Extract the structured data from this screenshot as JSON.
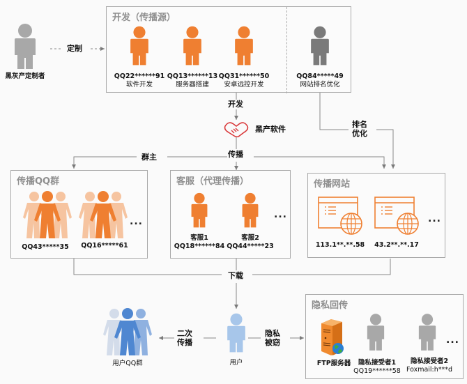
{
  "colors": {
    "orange": "#ef7f31",
    "orange_light": "#f6c4a0",
    "gray_person": "#a8a8a8",
    "dark_gray_person": "#7a7a7a",
    "user_blue": "#a7c6ea",
    "group_blue_dark": "#4f87d1",
    "group_blue_mid": "#8fb1e0",
    "group_blue_light": "#d3dcea",
    "box_title": "#8f8f8f",
    "handshake_red": "#d9383a"
  },
  "customizer": {
    "label": "黑灰产定制者"
  },
  "flows": {
    "customize": "定制",
    "develop": "开发",
    "black_software": "黑产软件",
    "spread": "传播",
    "group_owner": "群主",
    "rank_optimize": "排名\n优化",
    "download": "下载",
    "secondary_spread": "二次\n传播",
    "privacy_stolen": "隐私\n被窃"
  },
  "dev_box": {
    "title": "开发（传播源）",
    "members": [
      {
        "id": "QQ22******91",
        "role": "软件开发"
      },
      {
        "id": "QQ13******13",
        "role": "服务器搭建"
      },
      {
        "id": "QQ31******50",
        "role": "安卓远控开发"
      },
      {
        "id": "QQ84*****49",
        "role": "网站排名优化"
      }
    ]
  },
  "qq_group_box": {
    "title": "传播QQ群",
    "groups": [
      {
        "id": "QQ43*****35"
      },
      {
        "id": "QQ16*****61"
      }
    ],
    "more": "..."
  },
  "service_box": {
    "title": "客服（代理传播）",
    "agents": [
      {
        "name": "客服1",
        "id": "QQ18******84"
      },
      {
        "name": "客服2",
        "id": "QQ44*****23"
      }
    ],
    "more": "..."
  },
  "website_box": {
    "title": "传播网站",
    "sites": [
      {
        "ip": "113.1**.**.58"
      },
      {
        "ip": "43.2**.**.17"
      }
    ],
    "more": "..."
  },
  "user": {
    "label": "用户"
  },
  "user_group": {
    "label": "用户QQ群"
  },
  "privacy_box": {
    "title": "隐私回传",
    "ftp": {
      "label": "FTP服务器"
    },
    "receivers": [
      {
        "name": "隐私接受者1",
        "id": "QQ19******58"
      },
      {
        "name": "隐私接受者2",
        "id": "Foxmail:h***d"
      }
    ],
    "more": "..."
  }
}
